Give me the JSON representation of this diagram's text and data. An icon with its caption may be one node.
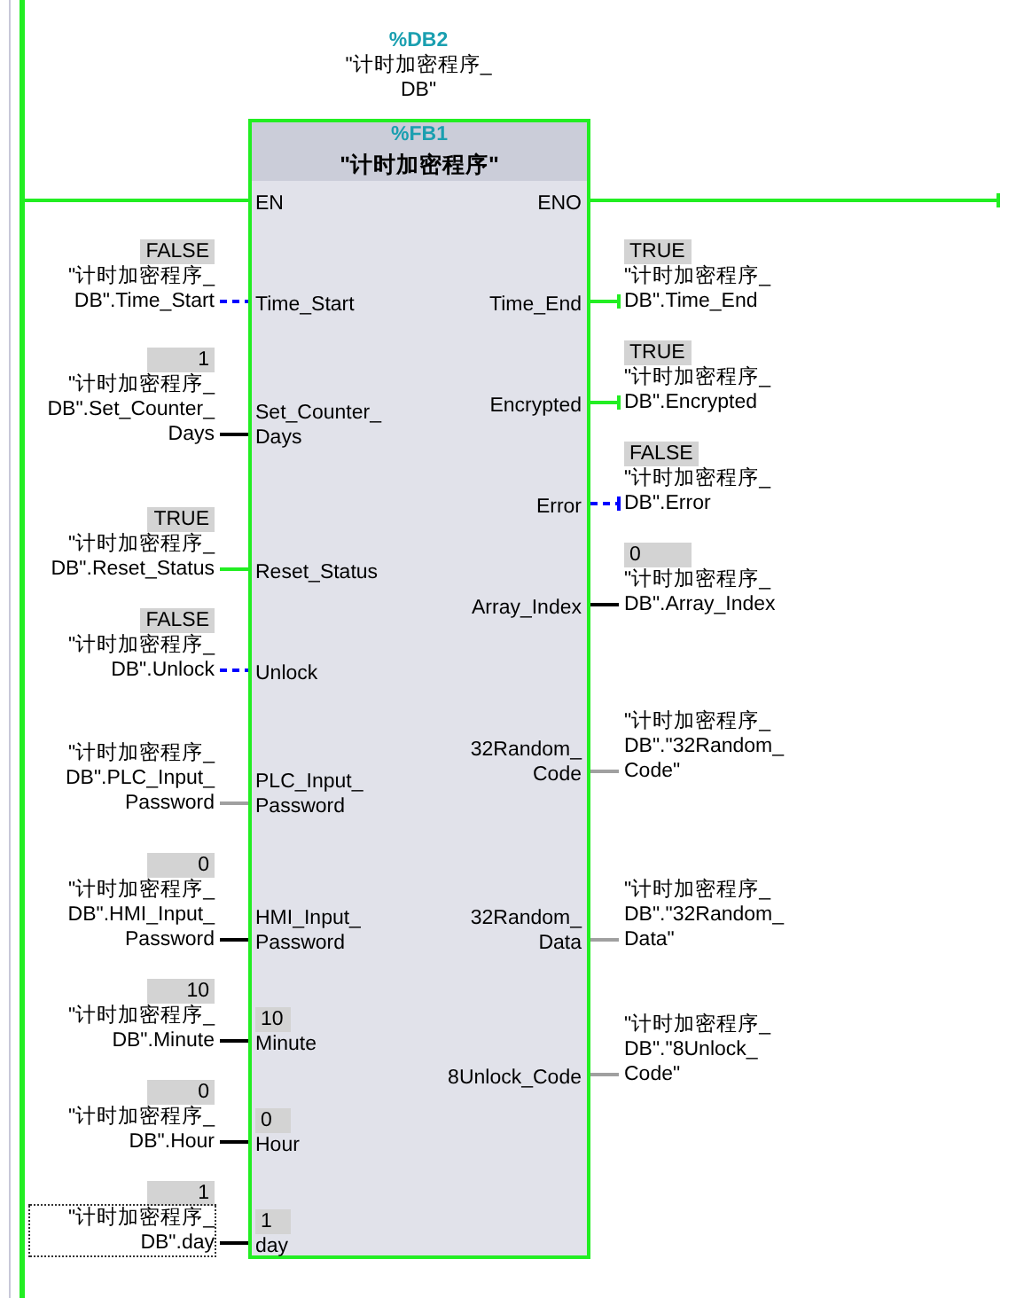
{
  "diagram": {
    "nodes": [
      {
        "text": [
          "%FB1",
          "\"计时加密程序\""
        ],
        "beside": [
          "%DB2",
          "\"计时加密程序_DB\""
        ]
      },
      {
        "text": [
          "EN"
        ],
        "in": 0
      },
      {
        "text": [
          "ENO"
        ],
        "in": 0
      },
      {
        "text": [
          "Time_Start"
        ],
        "in": 0
      },
      {
        "text": [
          "Set_Counter_Days"
        ],
        "in": 0
      },
      {
        "text": [
          "Reset_Status"
        ],
        "in": 0
      },
      {
        "text": [
          "Unlock"
        ],
        "in": 0
      },
      {
        "text": [
          "PLC_Input_Password"
        ],
        "in": 0
      },
      {
        "text": [
          "HMI_Input_Password"
        ],
        "in": 0
      },
      {
        "text": [
          "10",
          "Minute"
        ],
        "in": 0
      },
      {
        "text": [
          "0",
          "Hour"
        ],
        "in": 0
      },
      {
        "text": [
          "1",
          "day"
        ],
        "in": 0
      },
      {
        "text": [
          "Time_End"
        ],
        "in": 0
      },
      {
        "text": [
          "Encrypted"
        ],
        "in": 0
      },
      {
        "text": [
          "Error"
        ],
        "in": 0
      },
      {
        "text": [
          "Array_Index"
        ],
        "in": 0
      },
      {
        "text": [
          "32Random_Code"
        ],
        "in": 0
      },
      {
        "text": [
          "32Random_Data"
        ],
        "in": 0
      },
      {
        "text": [
          "8Unlock_Code"
        ],
        "in": 0
      },
      {
        "text": [],
        "shape": "bar"
      },
      {
        "text": [
          "FALSE",
          "\"计时加密程序_DB\".Time_Start"
        ]
      },
      {
        "text": [
          "1",
          "\"计时加密程序_DB\".Set_Counter_Days"
        ]
      },
      {
        "text": [
          "TRUE",
          "\"计时加密程序_DB\".Reset_Status"
        ]
      },
      {
        "text": [
          "FALSE",
          "\"计时加密程序_DB\".Unlock"
        ]
      },
      {
        "text": [
          "\"计时加密程序_DB\".PLC_Input_Password"
        ]
      },
      {
        "text": [
          "0",
          "\"计时加密程序_DB\".HMI_Input_Password"
        ]
      },
      {
        "text": [
          "10",
          "\"计时加密程序_DB\".Minute"
        ]
      },
      {
        "text": [
          "0",
          "\"计时加密程序_DB\".Hour"
        ]
      },
      {
        "text": [
          "1",
          "\"计时加密程序_DB\".day"
        ]
      },
      {
        "text": [
          "TRUE",
          "\"计时加密程序_DB\".Time_End"
        ]
      },
      {
        "text": [
          "TRUE",
          "\"计时加密程序_DB\".Encrypted"
        ]
      },
      {
        "text": [
          "FALSE",
          "\"计时加密程序_DB\".Error"
        ]
      },
      {
        "text": [
          "0",
          "\"计时加密程序_DB\".Array_Index"
        ]
      },
      {
        "text": [
          "\"计时加密程序_DB\".\"32Random_Code\""
        ]
      },
      {
        "text": [
          "\"计时加密程序_DB\".\"32Random_Data\""
        ]
      },
      {
        "text": [
          "\"计时加密程序_DB\".\"8Unlock_Code\""
        ]
      }
    ],
    "edges": [
      {
        "from": 19,
        "to": 1,
        "arrow": "none",
        "color": "#22ee22"
      },
      {
        "from": 2,
        "to": null,
        "arrow": "other",
        "color": "#22ee22"
      },
      {
        "from": 20,
        "to": 3,
        "arrow": "none",
        "style": "dashed",
        "color": "#0000ff"
      },
      {
        "from": 21,
        "to": 4,
        "arrow": "none"
      },
      {
        "from": 22,
        "to": 5,
        "arrow": "none",
        "color": "#22ee22"
      },
      {
        "from": 23,
        "to": 6,
        "arrow": "none",
        "style": "dashed",
        "color": "#0000ff"
      },
      {
        "from": 24,
        "to": 7,
        "arrow": "none",
        "color": "#a0a0a0"
      },
      {
        "from": 25,
        "to": 8,
        "arrow": "none"
      },
      {
        "from": 26,
        "to": 9,
        "arrow": "none"
      },
      {
        "from": 27,
        "to": 10,
        "arrow": "none"
      },
      {
        "from": 28,
        "to": 11,
        "arrow": "none"
      },
      {
        "from": 12,
        "to": 29,
        "arrow": "other",
        "color": "#22ee22"
      },
      {
        "from": 13,
        "to": 30,
        "arrow": "other",
        "color": "#22ee22"
      },
      {
        "from": 14,
        "to": 31,
        "arrow": "other",
        "style": "dashed",
        "color": "#0000ff"
      },
      {
        "from": 15,
        "to": 32,
        "arrow": "none"
      },
      {
        "from": 16,
        "to": 33,
        "arrow": "none",
        "color": "#a0a0a0"
      },
      {
        "from": 17,
        "to": 34,
        "arrow": "none",
        "color": "#a0a0a0"
      },
      {
        "from": 18,
        "to": 35,
        "arrow": "none",
        "color": "#a0a0a0"
      }
    ]
  }
}
